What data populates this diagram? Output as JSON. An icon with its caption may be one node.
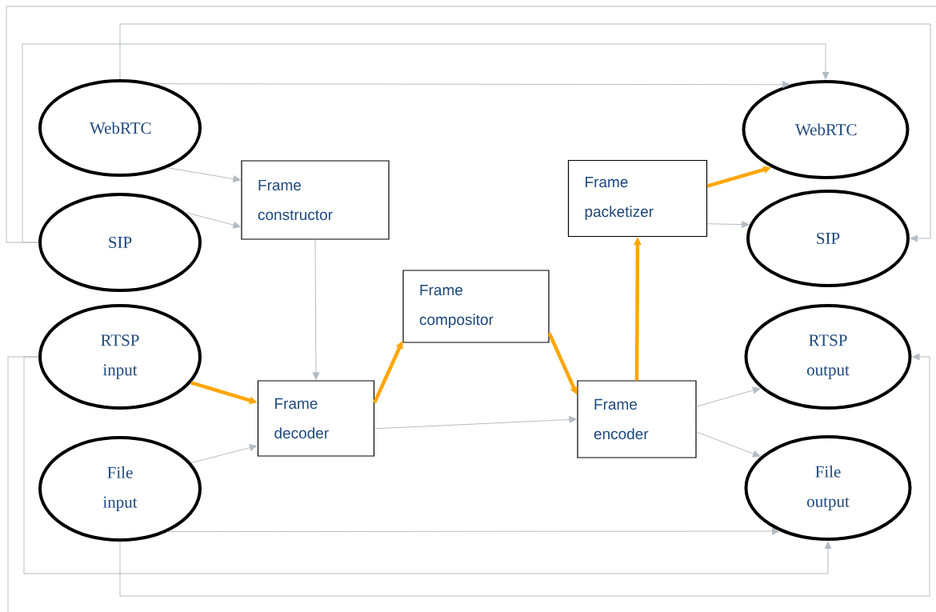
{
  "diagram": {
    "nodes": [
      {
        "text": [
          "WebRTC"
        ]
      },
      {
        "text": [
          "SIP"
        ]
      },
      {
        "text": [
          "RTSP input"
        ]
      },
      {
        "text": [
          "File input"
        ]
      },
      {
        "text": [
          "Frame constructor"
        ]
      },
      {
        "text": [
          "Frame decoder"
        ]
      },
      {
        "text": [
          "Frame compositor"
        ]
      },
      {
        "text": [
          "Frame encoder"
        ]
      },
      {
        "text": [
          "Frame packetizer"
        ]
      },
      {
        "text": [
          "WebRTC"
        ]
      },
      {
        "text": [
          "SIP"
        ]
      },
      {
        "text": [
          "RTSP output"
        ]
      },
      {
        "text": [
          "File output"
        ]
      }
    ],
    "edges": [
      {
        "from": 0,
        "to": 4,
        "arrow": "to"
      },
      {
        "from": 1,
        "to": 4,
        "arrow": "to"
      },
      {
        "from": 4,
        "to": 5,
        "arrow": "to"
      },
      {
        "from": 2,
        "to": 5,
        "arrow": "to",
        "style": "thick",
        "color": "#ffa500"
      },
      {
        "from": 3,
        "to": 5,
        "arrow": "to"
      },
      {
        "from": 5,
        "to": 6,
        "arrow": "to",
        "style": "thick",
        "color": "#ffa500"
      },
      {
        "from": 6,
        "to": 7,
        "arrow": "to",
        "style": "thick",
        "color": "#ffa500"
      },
      {
        "from": 5,
        "to": 7,
        "arrow": "to"
      },
      {
        "from": 7,
        "to": 8,
        "arrow": "to",
        "style": "thick",
        "color": "#ffa500"
      },
      {
        "from": 8,
        "to": 9,
        "arrow": "to",
        "style": "thick",
        "color": "#ffa500"
      },
      {
        "from": 8,
        "to": 10,
        "arrow": "to"
      },
      {
        "from": 7,
        "to": 11,
        "arrow": "to"
      },
      {
        "from": 7,
        "to": 12,
        "arrow": "to"
      },
      {
        "from": 0,
        "to": 9,
        "arrow": "to"
      },
      {
        "from": 3,
        "to": 12,
        "arrow": "to"
      },
      {
        "from": 0,
        "to": 10,
        "arrow": "to"
      },
      {
        "from": 1,
        "to": 9,
        "arrow": "to"
      },
      {
        "from": 1,
        "to": null,
        "arrow": "none"
      },
      {
        "from": 2,
        "to": 12,
        "arrow": "to"
      },
      {
        "from": 2,
        "to": null,
        "arrow": "none"
      },
      {
        "from": 3,
        "to": 11,
        "arrow": "to"
      }
    ]
  }
}
